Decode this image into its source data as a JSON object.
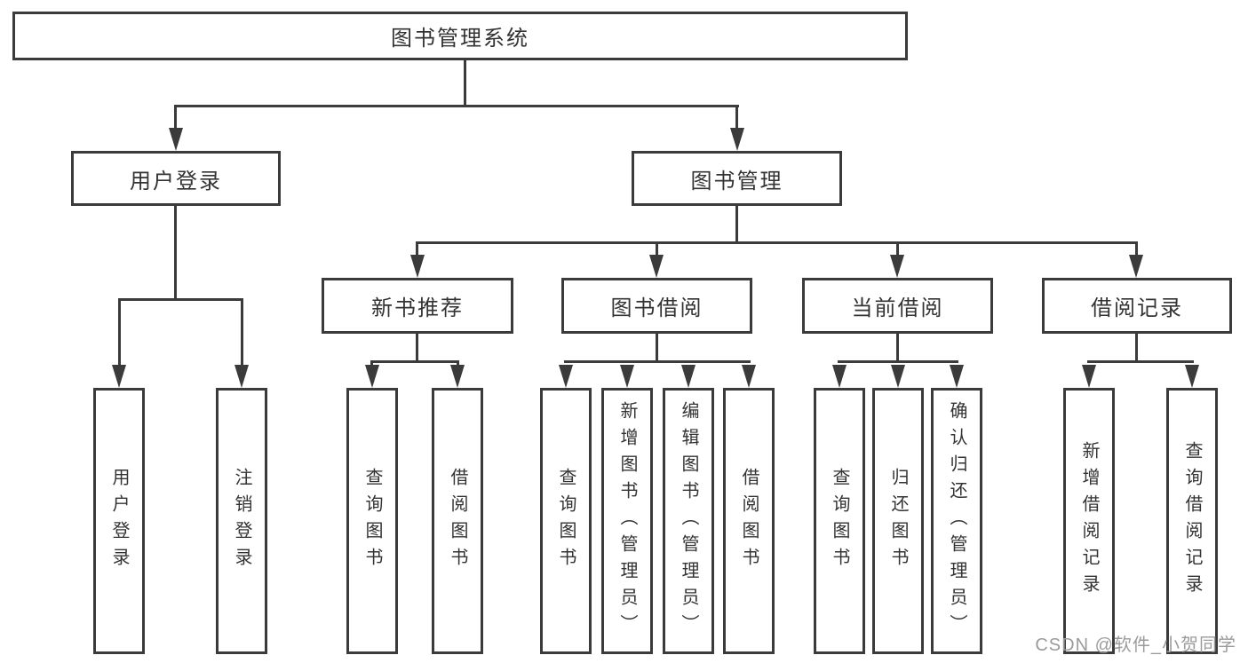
{
  "diagram": {
    "title": "图书管理系统",
    "watermark": "CSDN @软件_小贺同学",
    "colors": {
      "line": "#3b3b3b",
      "text": "#333333",
      "background": "#ffffff",
      "watermark": "#9b9b9b"
    },
    "nodes": {
      "root": {
        "label": "图书管理系统"
      },
      "user_login": {
        "label": "用户登录"
      },
      "book_mgmt": {
        "label": "图书管理"
      },
      "new_book_rec": {
        "label": "新书推荐"
      },
      "book_borrow": {
        "label": "图书借阅"
      },
      "current_borrow": {
        "label": "当前借阅"
      },
      "borrow_record": {
        "label": "借阅记录"
      },
      "leaf_user_login": {
        "label": "用户登录"
      },
      "leaf_logout": {
        "label": "注销登录"
      },
      "leaf_query_book_1": {
        "label": "查询图书"
      },
      "leaf_borrow_book_1": {
        "label": "借阅图书"
      },
      "leaf_query_book_2": {
        "label": "查询图书"
      },
      "leaf_add_book": {
        "label": "新增图书（管理员）"
      },
      "leaf_edit_book": {
        "label": "编辑图书（管理员）"
      },
      "leaf_borrow_book_2": {
        "label": "借阅图书"
      },
      "leaf_query_book_3": {
        "label": "查询图书"
      },
      "leaf_return_book": {
        "label": "归还图书"
      },
      "leaf_confirm_return": {
        "label": "确认归还（管理员）"
      },
      "leaf_add_record": {
        "label": "新增借阅记录"
      },
      "leaf_query_record": {
        "label": "查询借阅记录"
      }
    },
    "tree": {
      "root": [
        "user_login",
        "book_mgmt"
      ],
      "user_login": [
        "leaf_user_login",
        "leaf_logout"
      ],
      "book_mgmt": [
        "new_book_rec",
        "book_borrow",
        "current_borrow",
        "borrow_record"
      ],
      "new_book_rec": [
        "leaf_query_book_1",
        "leaf_borrow_book_1"
      ],
      "book_borrow": [
        "leaf_query_book_2",
        "leaf_add_book",
        "leaf_edit_book",
        "leaf_borrow_book_2"
      ],
      "current_borrow": [
        "leaf_query_book_3",
        "leaf_return_book",
        "leaf_confirm_return"
      ],
      "borrow_record": [
        "leaf_add_record",
        "leaf_query_record"
      ]
    }
  }
}
